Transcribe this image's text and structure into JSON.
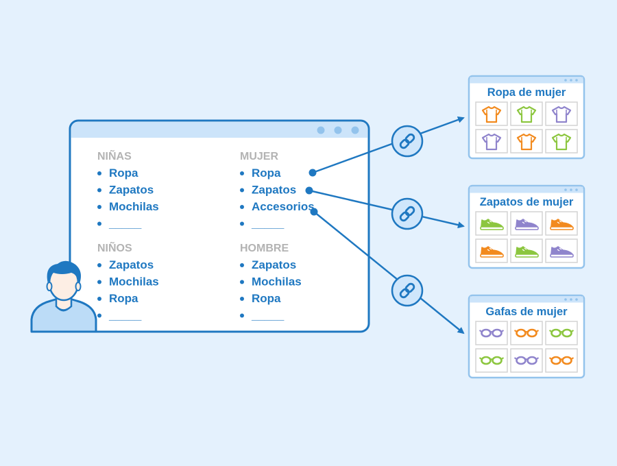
{
  "menu": {
    "columns": [
      {
        "heading": "NIÑAS",
        "items": [
          "Ropa",
          "Zapatos",
          "Mochilas",
          "_____"
        ]
      },
      {
        "heading": "MUJER",
        "items": [
          "Ropa",
          "Zapatos",
          "Accesorios",
          "_____"
        ]
      },
      {
        "heading": "NIÑOS",
        "items": [
          "Zapatos",
          "Mochilas",
          "Ropa",
          "_____"
        ]
      },
      {
        "heading": "HOMBRE",
        "items": [
          "Zapatos",
          "Mochilas",
          "Ropa",
          "_____"
        ]
      }
    ]
  },
  "pages": [
    {
      "title": "Ropa de mujer",
      "product_icon": "tshirt-icon",
      "tile_colors": [
        "#f28a1e",
        "#8cc63f",
        "#8f84cc",
        "#8f84cc",
        "#f28a1e",
        "#8cc63f"
      ]
    },
    {
      "title": "Zapatos de mujer",
      "product_icon": "sneaker-icon",
      "tile_colors": [
        "#8cc63f",
        "#8f84cc",
        "#f28a1e",
        "#f28a1e",
        "#8cc63f",
        "#8f84cc"
      ]
    },
    {
      "title": "Gafas de mujer",
      "product_icon": "glasses-icon",
      "tile_colors": [
        "#8f84cc",
        "#f28a1e",
        "#8cc63f",
        "#8cc63f",
        "#8f84cc",
        "#f28a1e"
      ]
    }
  ],
  "icons": {
    "user": "user-avatar-icon",
    "link": "link-icon"
  },
  "colors": {
    "background": "#e4f1fd",
    "accent": "#1f78c1",
    "heading": "#b3b3b3",
    "panel_bar": "#cce4fa"
  }
}
